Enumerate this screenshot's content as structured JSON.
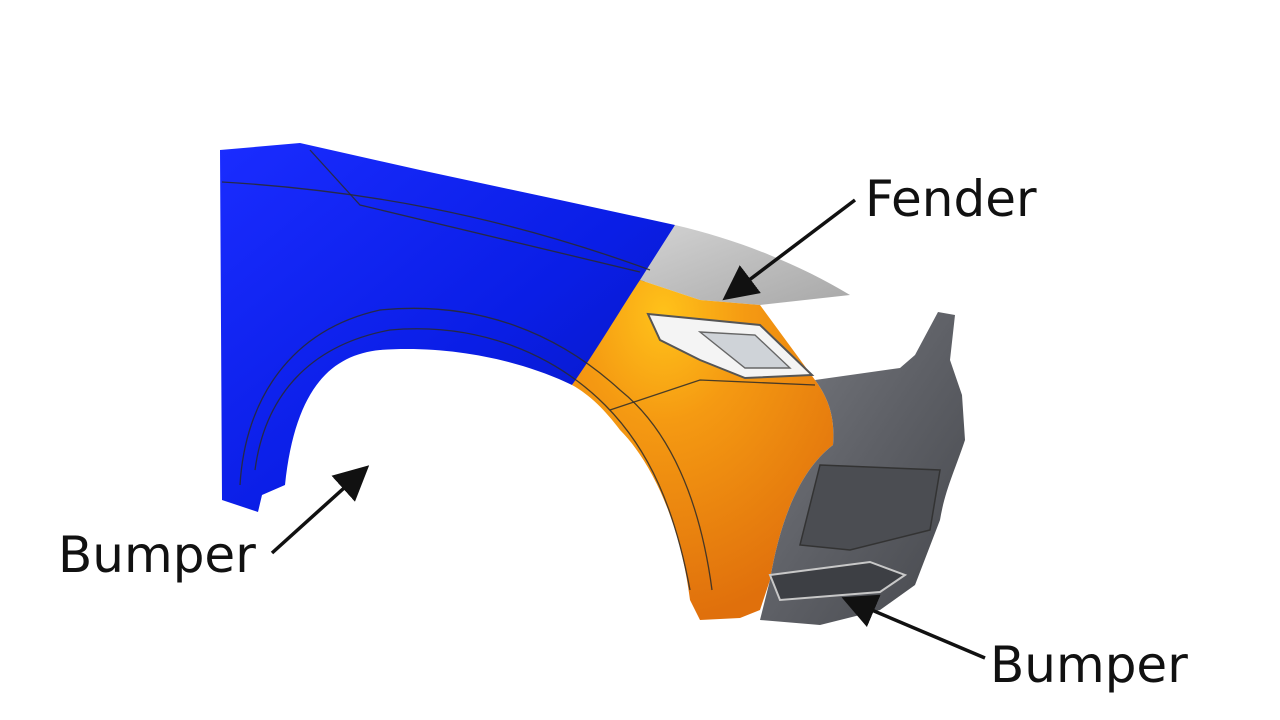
{
  "labels": {
    "fender": "Fender",
    "bumper_left": "Bumper",
    "bumper_right": "Bumper"
  },
  "colors": {
    "background": "#ffffff",
    "fender_blue": "#0a1ee6",
    "panel_orange": "#f07d10",
    "panel_yellow": "#ffc21a",
    "hood_gray": "#bdbdbd",
    "bumper_gray": "#5e6066",
    "text": "#111111"
  }
}
